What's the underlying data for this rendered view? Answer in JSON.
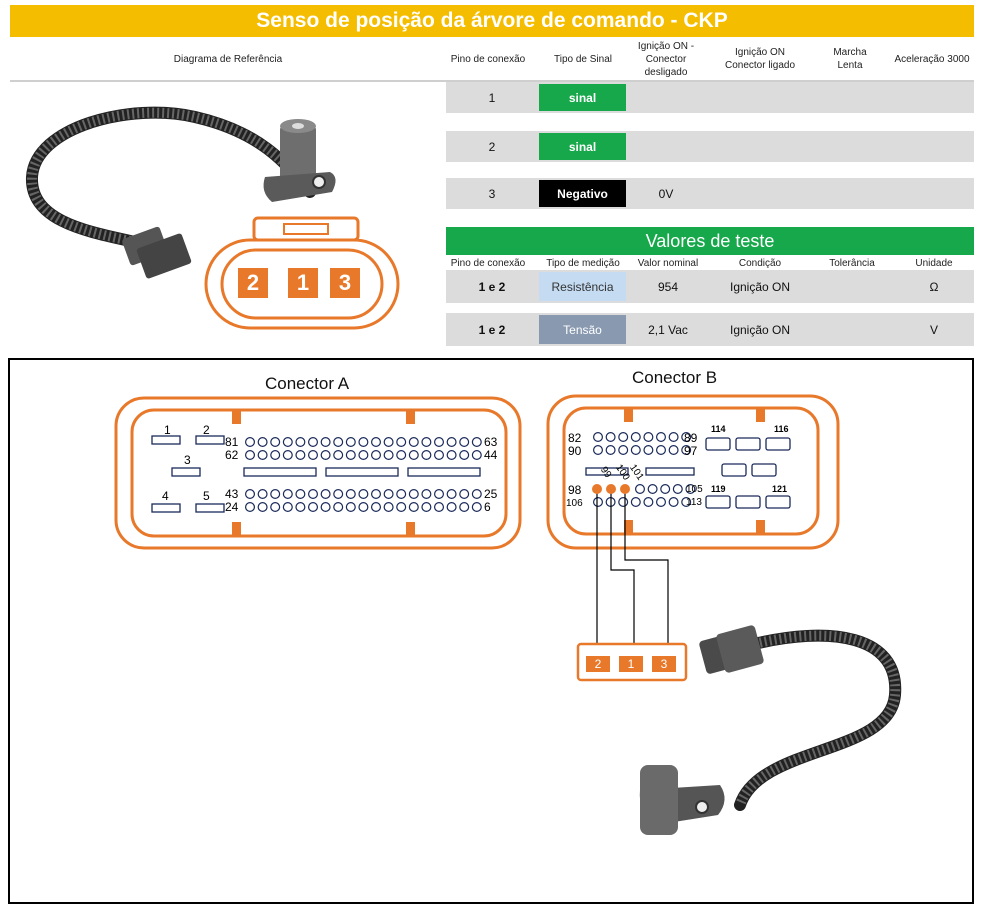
{
  "title": "Senso de posição da árvore de comando - CKP",
  "headers": {
    "ref": "Diagrama de Referência",
    "pin": "Pino de conexão",
    "signal_type": "Tipo de Sinal",
    "ign_off": "Ignição ON - Conector desligado",
    "ign_on": "Ignição ON Conector ligado",
    "idle": "Marcha Lenta",
    "accel": "Aceleração 3000"
  },
  "rows": [
    {
      "pin": "1",
      "type": "sinal",
      "ign_off": ""
    },
    {
      "pin": "2",
      "type": "sinal",
      "ign_off": ""
    },
    {
      "pin": "3",
      "type": "Negativo",
      "ign_off": "0V"
    }
  ],
  "reference_connector": {
    "pins": [
      "2",
      "1",
      "3"
    ]
  },
  "test_values": {
    "title": "Valores de teste",
    "headers": {
      "pin": "Pino de conexão",
      "measure": "Tipo de medição",
      "nominal": "Valor nominal",
      "condition": "Condição",
      "tolerance": "Tolerância",
      "unit": "Unidade"
    },
    "rows": [
      {
        "pin": "1 e 2",
        "measure": "Resistência",
        "nominal": "954",
        "condition": "Ignição ON",
        "tolerance": "",
        "unit": "Ω"
      },
      {
        "pin": "1 e 2",
        "measure": "Tensão",
        "nominal": "2,1 Vac",
        "condition": "Ignição ON",
        "tolerance": "",
        "unit": "V"
      }
    ]
  },
  "connector_a": {
    "title": "Conector A",
    "slots": [
      "1",
      "2",
      "3",
      "4",
      "5"
    ],
    "pin_labels": {
      "r1l": "81",
      "r1r": "63",
      "r2l": "62",
      "r2r": "44",
      "r3l": "43",
      "r3r": "25",
      "r4l": "24",
      "r4r": "6"
    }
  },
  "connector_b": {
    "title": "Conector B",
    "pin_labels": {
      "r1l": "82",
      "r1r": "89",
      "r2l": "90",
      "r2r": "97",
      "r3l": "98",
      "r3r": "105",
      "r4l": "106",
      "r4r": "113"
    },
    "wired_pins": [
      "99",
      "100",
      "101"
    ],
    "block_labels": {
      "b114": "114",
      "b116": "116",
      "b119": "119",
      "b121": "121"
    }
  },
  "sensor_plug": {
    "pins": [
      "2",
      "1",
      "3"
    ]
  },
  "colors": {
    "accent": "#f5bd00",
    "orange": "#e8782a",
    "green": "#17a84b"
  }
}
